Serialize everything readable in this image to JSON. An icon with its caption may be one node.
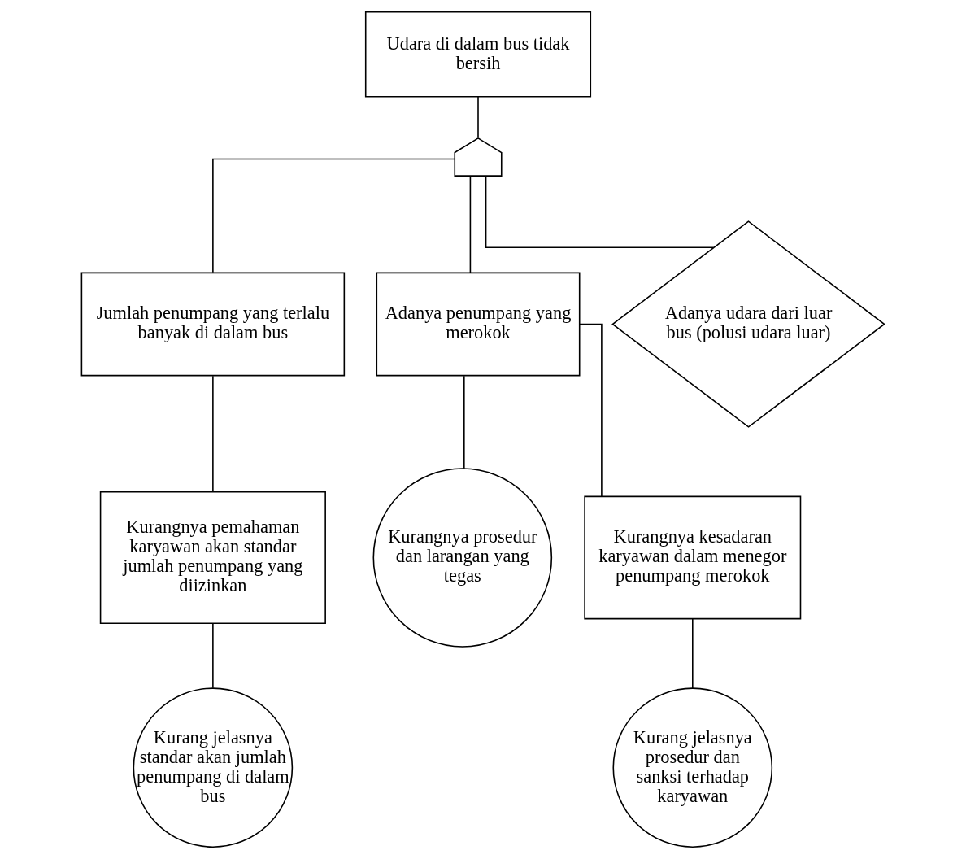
{
  "diagram": {
    "nodes": [
      {
        "text": [
          "Udara di dalam bus tidak bersih"
        ]
      },
      {
        "text": [],
        "shape": "gate"
      },
      {
        "text": [
          "Jumlah penumpang yang terlalu banyak di dalam bus"
        ]
      },
      {
        "text": [
          "Adanya penumpang yang merokok"
        ]
      },
      {
        "text": [
          "Adanya udara dari luar bus (polusi udara luar)"
        ]
      },
      {
        "text": [
          "Kurangnya pemahaman karyawan akan standar jumlah penumpang yang diizinkan"
        ]
      },
      {
        "text": [
          "Kurang jelasnya standar akan jumlah penumpang di dalam bus"
        ]
      },
      {
        "text": [
          "Kurangnya prosedur dan larangan yang tegas"
        ]
      },
      {
        "text": [
          "Kurangnya kesadaran karyawan dalam menegor penumpang merokok"
        ]
      },
      {
        "text": [
          "Kurang jelasnya prosedur dan sanksi terhadap karyawan"
        ]
      }
    ],
    "edges": [
      {
        "from": 0,
        "to": 1,
        "arrow": "none"
      },
      {
        "from": 1,
        "to": 2,
        "arrow": "none"
      },
      {
        "from": 1,
        "to": 3,
        "arrow": "none"
      },
      {
        "from": 1,
        "to": 4,
        "arrow": "none"
      },
      {
        "from": 2,
        "to": 5,
        "arrow": "none"
      },
      {
        "from": 5,
        "to": 6,
        "arrow": "none"
      },
      {
        "from": 3,
        "to": 7,
        "arrow": "none"
      },
      {
        "from": 3,
        "to": 8,
        "arrow": "none"
      },
      {
        "from": 8,
        "to": 9,
        "arrow": "none"
      }
    ]
  }
}
